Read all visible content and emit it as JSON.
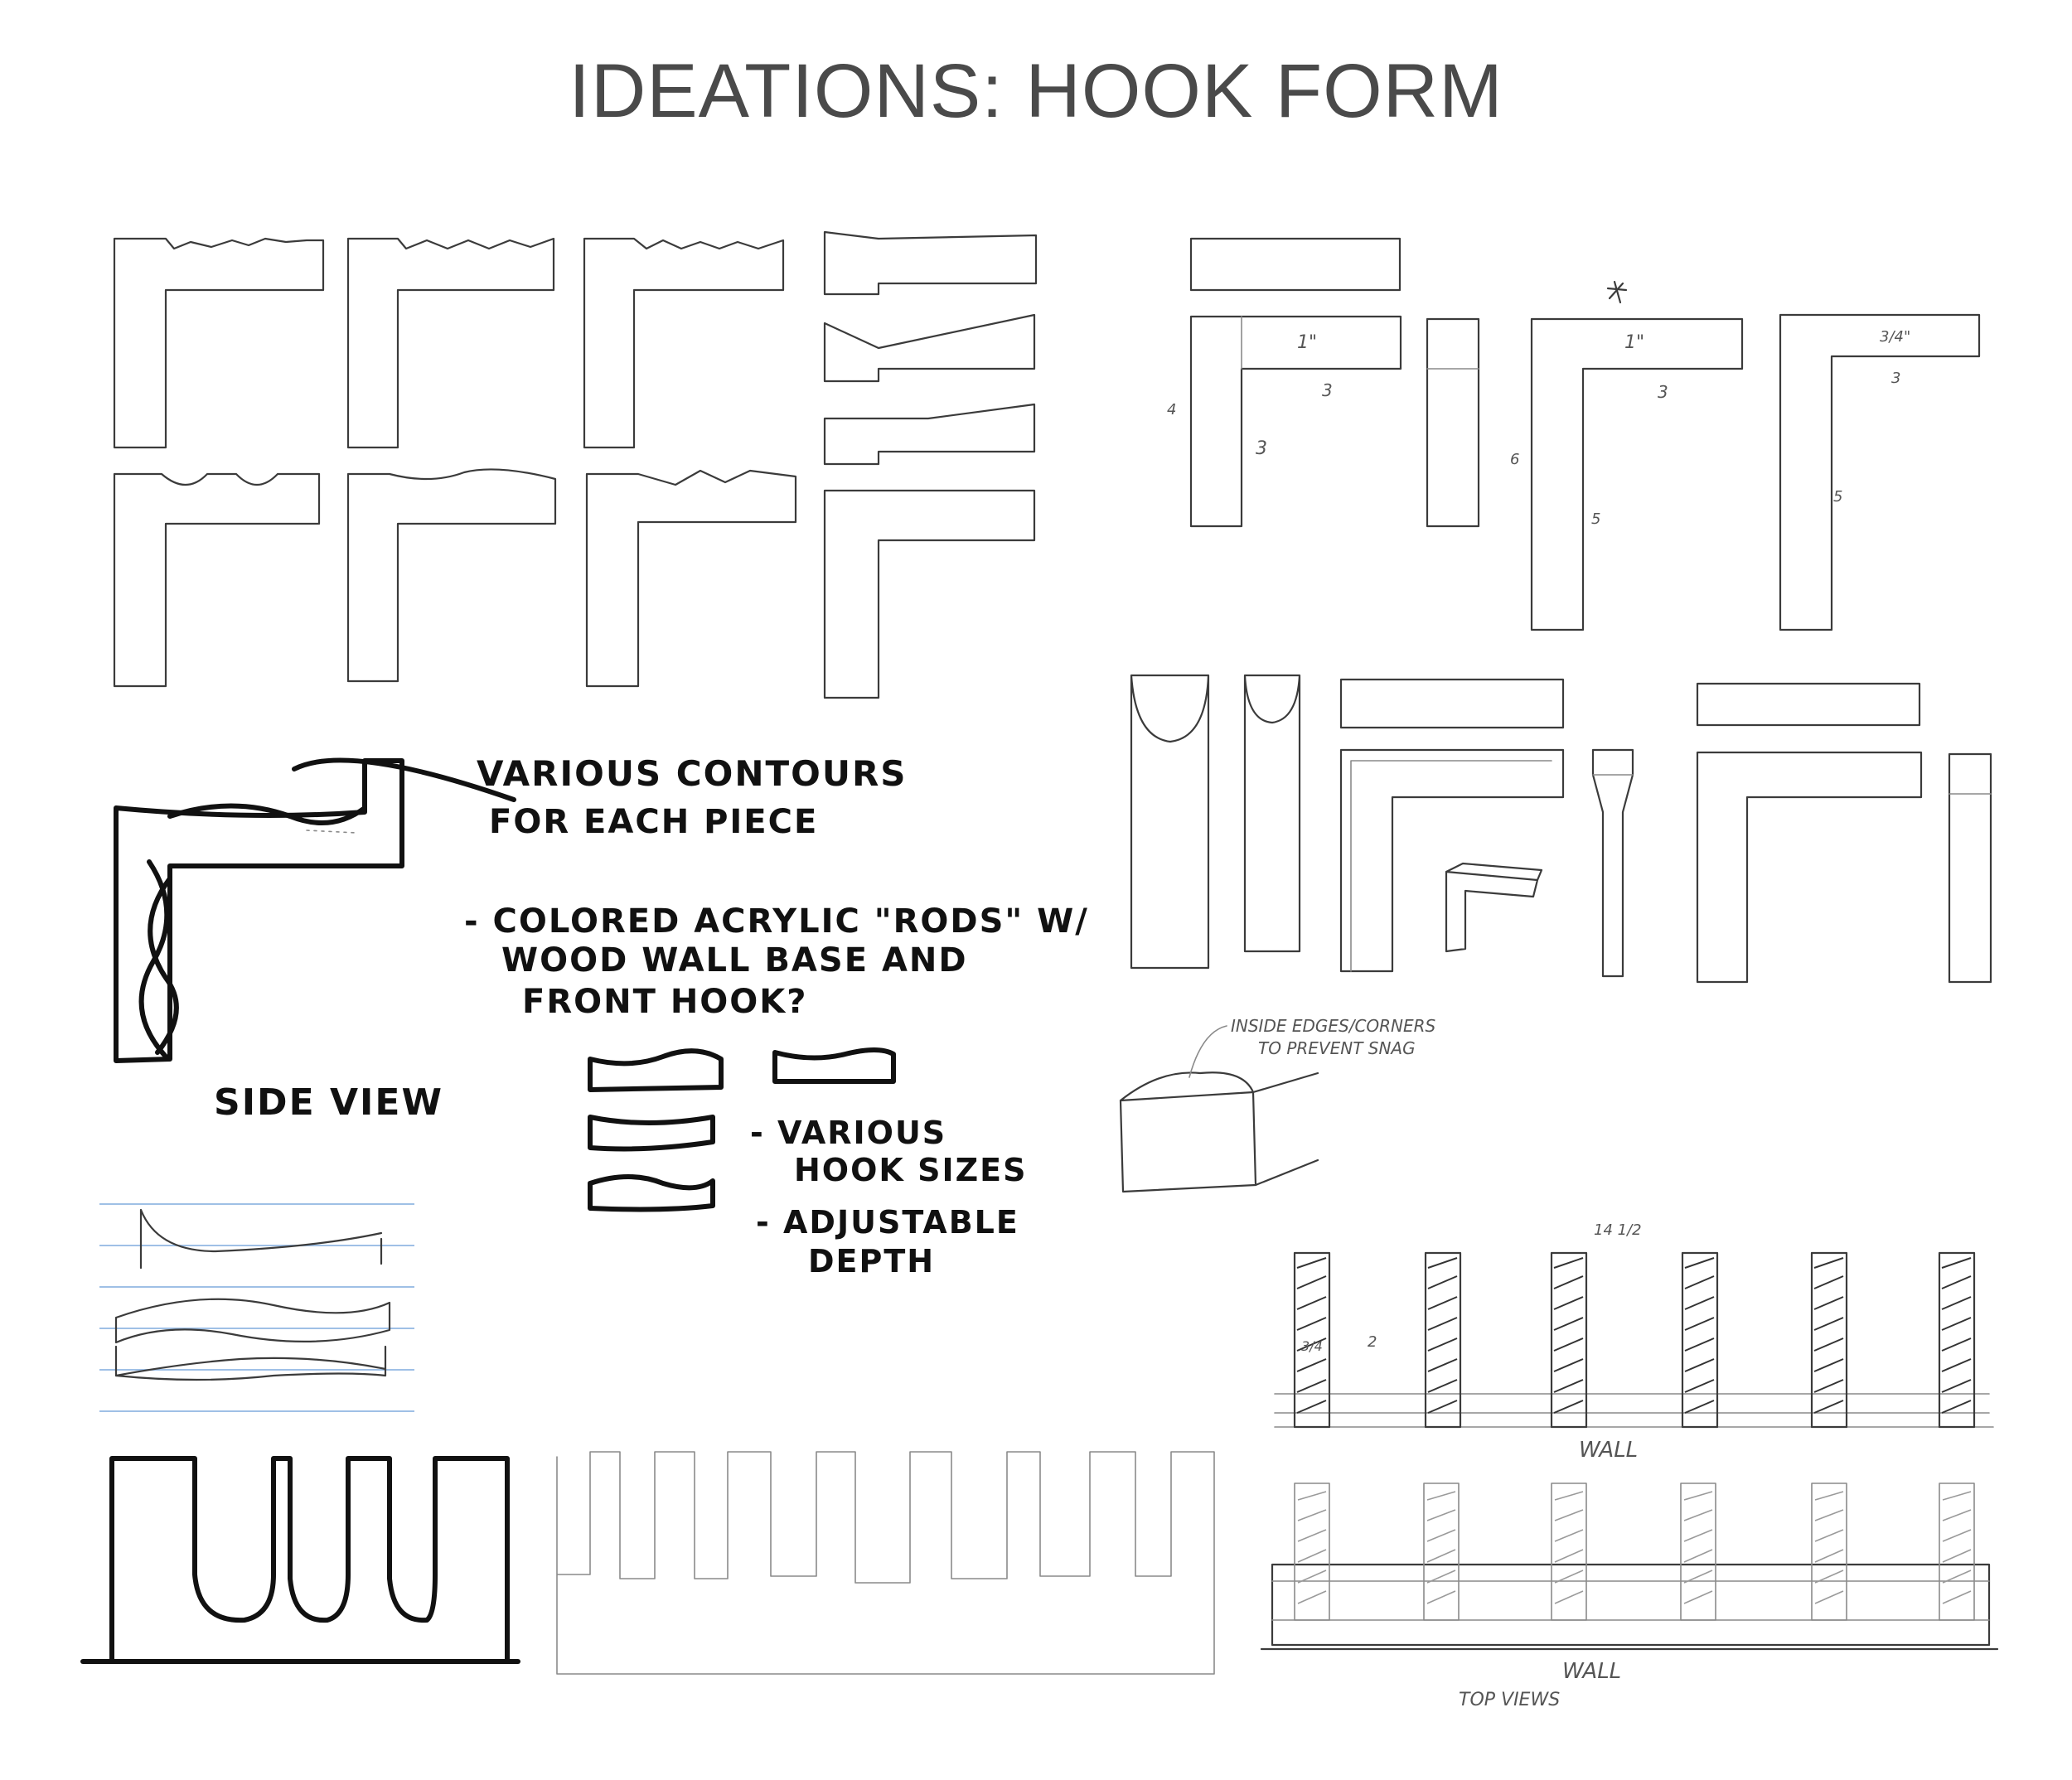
{
  "title": "IDEATIONS: HOOK FORM",
  "annotations": {
    "various_contours": [
      "VARIOUS CONTOURS",
      "FOR EACH PIECE"
    ],
    "acrylic_note": [
      "- COLORED ACRYLIC \"RODS\" W/",
      "WOOD WALL BASE AND",
      "FRONT HOOK?"
    ],
    "side_view": "SIDE VIEW",
    "hook_sizes": [
      "- VARIOUS",
      "HOOK SIZES"
    ],
    "adjustable": [
      "- ADJUSTABLE",
      "DEPTH"
    ],
    "inside_edges": [
      "INSIDE EDGES/CORNERS",
      "TO PREVENT SNAG"
    ],
    "wall_label_1": "WALL",
    "wall_label_2": "WALL",
    "top_views": "TOP VIEWS"
  },
  "dimensions": {
    "d1": "1\"",
    "d1b": "1\"",
    "d34": "3/4\"",
    "d3a": "3",
    "d3b": "3",
    "d3c": "3",
    "d4": "4",
    "d6": "6",
    "d5a": "5",
    "d5b": "5",
    "d3side": "3",
    "d14half": "14 1/2",
    "d34b": "3/4",
    "d2": "2"
  }
}
